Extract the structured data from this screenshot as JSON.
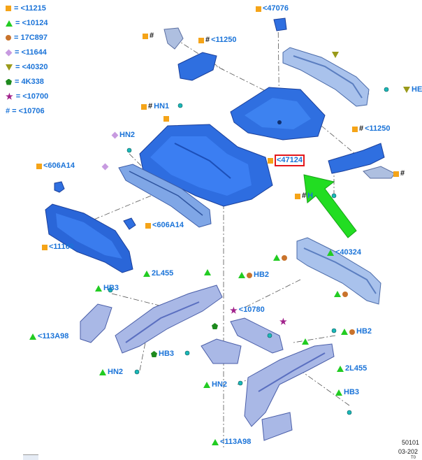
{
  "legend": [
    {
      "symbol": "square",
      "text": "= <11215"
    },
    {
      "symbol": "triangle",
      "text": "= <10124"
    },
    {
      "symbol": "circle",
      "text": "= 17C897"
    },
    {
      "symbol": "diamond",
      "text": "= <11644"
    },
    {
      "symbol": "triangle-down",
      "text": "= <40320"
    },
    {
      "symbol": "pentagon",
      "text": "= 4K338"
    },
    {
      "symbol": "star",
      "text": "= <10700"
    },
    {
      "symbol": "hash",
      "text": "# = <10706"
    }
  ],
  "callouts": {
    "c47076": "<47076",
    "c11250a": "<11250",
    "c11250b": "<11250",
    "hn1": "HN1",
    "hn2a": "HN2",
    "c606a14a": "<606A14",
    "c606a14b": "<606A14",
    "c47124": "<47124",
    "c11160": "<11160",
    "he": "HE",
    "h": "H",
    "c40324": "<40324",
    "c2l455a": "2L455",
    "hb2a": "HB2",
    "hb3a": "HB3",
    "c10780": "<10780",
    "hb2b": "HB2",
    "c113a98a": "<113A98",
    "hb3b": "HB3",
    "hn2b": "HN2",
    "c2l455b": "2L455",
    "hn2c": "HN2",
    "hb3c": "HB3",
    "c113a98b": "<113A98"
  },
  "footer": {
    "code": "50101",
    "date": "03-202",
    "extra": "T0"
  },
  "colors": {
    "label": "#1a73d8",
    "highlight": "#e3171b",
    "arrow": "#22dd22",
    "part": "#2f6fe0"
  }
}
